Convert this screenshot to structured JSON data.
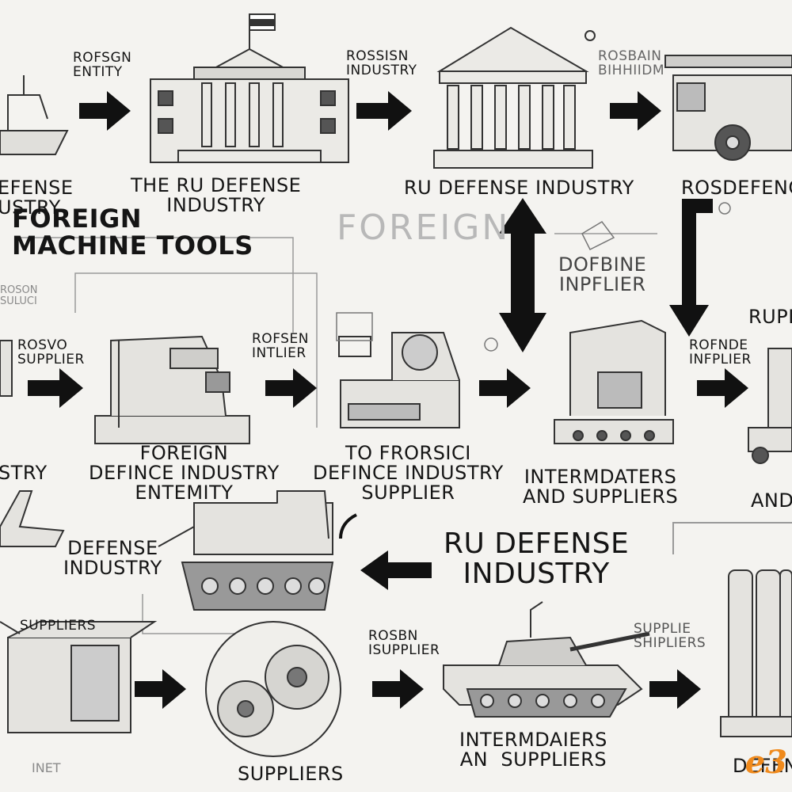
{
  "labels": {
    "foreign_entity": "ROFSGN\nENTITY",
    "rossisn_industry": "ROSSISN\nINDUSTRY",
    "rossin_top_right": "ROSBAIN\nBIHHIIDM",
    "defense_industry_left": "EFENSE\nUSTRY",
    "ru_defense_industry_top": "THE RU DEFENSE\nINDUSTRY",
    "ru_defence_industry_top_center": "RU DEFENSE INDUSTRY",
    "ros_defence_right": "ROSDEFENC",
    "foreign_machine_tools": "FOREIGN\nMACHINE TOOLS",
    "ghost_foreign": "FOREIGN",
    "dofbine_inpflier": "DOFBINE\nINPFLIER",
    "rupl_right": "RUPL",
    "left_small_faint": "ROSON\nSULUCI",
    "supplier_left": "ROSVO\nSUPPLIER",
    "rofsen_intlier": "ROFSEN\nINTLIER",
    "rofnde_infplier": "ROFNDE\nINFPLIER",
    "stry_left": "STRY",
    "foreign_defince_entemity": "FOREIGN\nDEFINCE INDUSTRY\nENTEMITY",
    "to_frorsici_supplier": "TO FRORSICI\nDEFINCE INDUSTRY\nSUPPLIER",
    "intermdaters_suppliers_mid": "INTERMDATERS\nAND SUPPLIERS",
    "and_right": "AND",
    "defense_industry_lower_left": "DEFENSE\nINDUSTRY",
    "ru_defense_industry_lower": "RU DEFENSE\nINDUSTRY",
    "suppliers_left_lower": "SUPPLIERS",
    "rosbn_supplier": "ROSBN\nISUPPLIER",
    "supplie_right_lower": "SUPPLIE\nSHIPLIERS",
    "intermdaiers_bottom": "INTERMDAIERS\nAN  SUPPLIERS",
    "suppliers_bottom": "SUPPLIERS",
    "inet_bottom_left": "INET",
    "defen_bottom_right": "DEFEN"
  },
  "watermark_logo": "e3",
  "colors": {
    "ink": "#1a1a1a",
    "paper": "#f4f3f0",
    "logo": "#f08a1c"
  }
}
